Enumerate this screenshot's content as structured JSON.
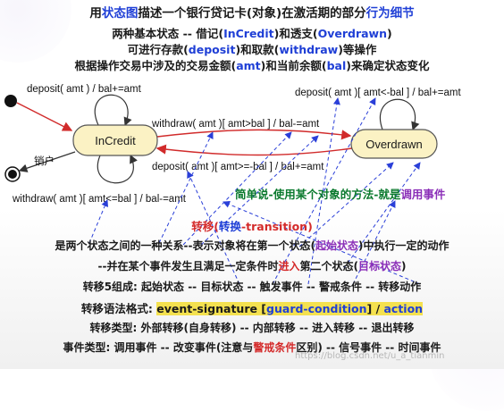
{
  "header": {
    "title_prefix": "用",
    "title_keyword1": "状态图",
    "title_middle": "描述一个银行贷记卡(对象)在激活期的部分",
    "title_keyword2": "行为细节",
    "line2_prefix": "两种基本状态 -- 借记(",
    "line2_incredit": "InCredit",
    "line2_middle": ")和透支(",
    "line2_overdrawn": "Overdrawn",
    "line2_suffix": ")",
    "line3_prefix": "可进行存款(",
    "line3_deposit": "deposit",
    "line3_middle": ")和取款(",
    "line3_withdraw": "withdraw",
    "line3_suffix": ")等操作",
    "line4_prefix": "根据操作交易中涉及的交易金额(",
    "line4_amt": "amt",
    "line4_middle": ")和当前余额(",
    "line4_bal": "bal",
    "line4_suffix": ")来确定状态变化"
  },
  "states": {
    "incredit": "InCredit",
    "overdrawn": "Overdrawn"
  },
  "transitions": {
    "deposit_self": "deposit( amt ) / bal+=amt",
    "deposit_overdrawn_self": "deposit( amt )[ amt<-bal ] / bal+=amt",
    "withdraw_to_overdrawn": "withdraw( amt )[ amt>bal ] / bal-=amt",
    "deposit_to_incredit": "deposit( amt )[ amt>=-bal ] / bal+=amt",
    "withdraw_self": "withdraw( amt )[ amt<=bal ] / bal-=amt",
    "destroy_label": "销户"
  },
  "note": {
    "text_prefix": "简单说-使用某个对象的方法-就是",
    "text_keyword": "调用事件"
  },
  "definition": {
    "heading_prefix": "转移(",
    "heading_keyword": "转换",
    "heading_suffix": "-transition)",
    "line1_prefix": "是两个状态之间的一种关系--表示对象将在第一个状态(",
    "line1_source": "起始状态",
    "line1_suffix": ")中执行一定的动作",
    "line2_prefix": "--并在某个事件发生且满足一定条件时",
    "line2_enter": "进入",
    "line2_middle": "第二个状态(",
    "line2_target": "目标状态",
    "line2_suffix": ")",
    "line3": "转移5组成: 起始状态 -- 目标状态 -- 触发事件 -- 警戒条件 -- 转移动作",
    "line4_prefix": "转移语法格式: ",
    "line4_syntax1": "event-signature [",
    "line4_guard": "guard-condition",
    "line4_syntax2": "] / ",
    "line4_action": "action",
    "line5": "转移类型: 外部转移(自身转移) -- 内部转移 -- 进入转移 -- 退出转移",
    "line6_prefix": "事件类型: 调用事件 -- 改变事件(注意与",
    "line6_guard": "警戒条件",
    "line6_suffix": "区别) -- 信号事件 -- 时间事件"
  },
  "watermark": "https://blog.csdn.net/u_a_tianmin",
  "colors": {
    "state_fill": "#fbf2c4",
    "state_stroke": "#555555",
    "transition_red": "#d12b2b",
    "dashed_blue": "#2a3fd8",
    "note_green": "#0b7a2e"
  }
}
